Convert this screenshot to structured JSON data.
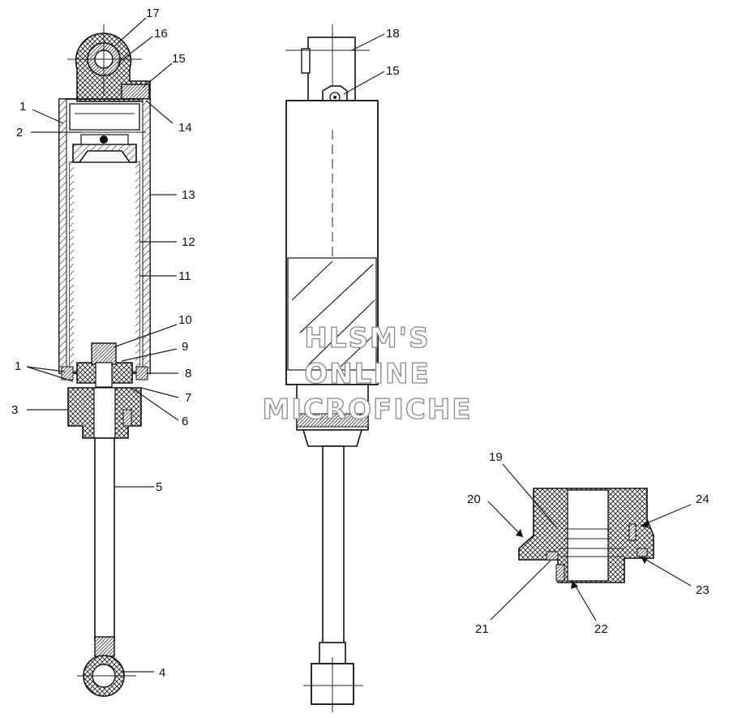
{
  "watermark": {
    "line1": "HLSM'S",
    "line2": "ONLINE",
    "line3": "MICROFICHE"
  },
  "callouts": {
    "left_view": [
      "17",
      "16",
      "15",
      "1",
      "14",
      "2",
      "13",
      "12",
      "11",
      "10",
      "9",
      "1",
      "8",
      "7",
      "3",
      "6",
      "5",
      "4"
    ],
    "middle_view": [
      "18",
      "15"
    ],
    "detail_view": [
      "19",
      "20",
      "24",
      "23",
      "21",
      "22"
    ]
  },
  "colors": {
    "line": "#111111",
    "watermark_outline": "#8a8a8a",
    "background": "#ffffff"
  }
}
